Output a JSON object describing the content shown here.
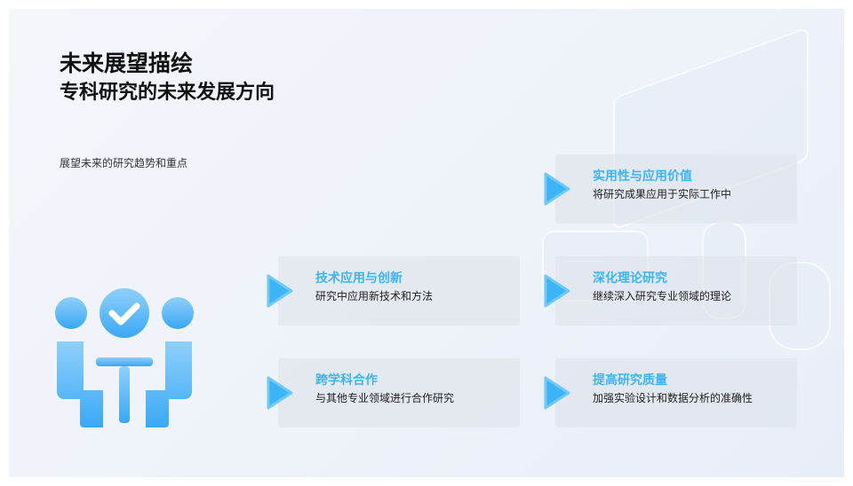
{
  "header": {
    "title_line1": "未来展望描绘",
    "title_line2": "专科研究的未来发展方向",
    "subtitle": "展望未来的研究趋势和重点"
  },
  "cards": [
    {
      "title": "实用性与应用价值",
      "desc": "将研究成果应用于实际工作中"
    },
    {
      "title": "技术应用与创新",
      "desc": "研究中应用新技术和方法"
    },
    {
      "title": "深化理论研究",
      "desc": "继续深入研究专业领域的理论"
    },
    {
      "title": "跨学科合作",
      "desc": "与其他专业领域进行合作研究"
    },
    {
      "title": "提高研究质量",
      "desc": "加强实验设计和数据分析的准确性"
    }
  ],
  "colors": {
    "accent": "#3db4f5",
    "icon_light": "#8fd0fb",
    "icon_dark": "#3aa8f5"
  }
}
